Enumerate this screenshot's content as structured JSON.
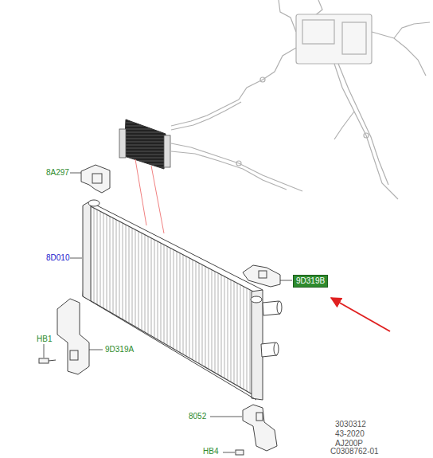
{
  "diagram": {
    "nodes": [
      {
        "text": [
          "9D319B"
        ]
      }
    ],
    "labels": [
      "8A297",
      "8D010",
      "HB1",
      "9D319A",
      "8052",
      "HB4",
      "3030312",
      "43-2020",
      "AJ200P",
      "C0308762-01"
    ]
  }
}
